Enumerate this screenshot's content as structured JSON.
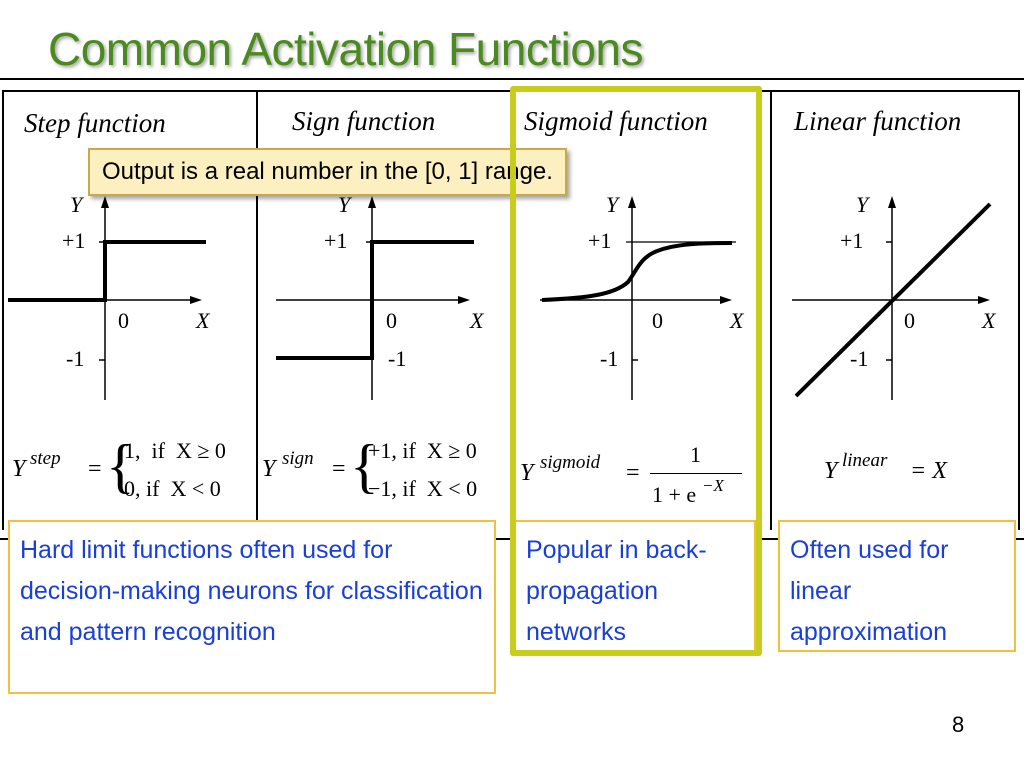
{
  "slide": {
    "title": "Common Activation Functions",
    "page_number": "8"
  },
  "callout": {
    "text": "Output is a real number in the [0, 1] range."
  },
  "axis_labels": {
    "y": "Y",
    "x": "X",
    "zero": "0",
    "plus_one": "+1",
    "minus_one": "-1"
  },
  "panels": [
    {
      "heading": "Step function",
      "formula": {
        "lhs": "Y",
        "sup": "step",
        "eq": "=",
        "case1": "1,  if  X ≥ 0",
        "case2": "0, if  X < 0"
      }
    },
    {
      "heading": "Sign function",
      "formula": {
        "lhs": "Y",
        "sup": "sign",
        "eq": "=",
        "case1": "+1, if  X ≥ 0",
        "case2": "−1, if  X < 0"
      }
    },
    {
      "heading": "Sigmoid function",
      "formula": {
        "lhs": "Y",
        "sup": "sigmoid",
        "eq": "=",
        "numerator": "1",
        "denominator": "1 + e",
        "den_sup": "−X"
      }
    },
    {
      "heading": "Linear function",
      "formula": {
        "lhs": "Y",
        "sup": "linear",
        "rhs": "= X"
      }
    }
  ],
  "notes": [
    {
      "text": "Hard limit functions often used for decision-making neurons for classification and pattern recognition"
    },
    {
      "text": "Popular in back-propagation networks"
    },
    {
      "text": "Often used for linear approximation"
    }
  ],
  "colors": {
    "title": "#4a8a1f",
    "note_text": "#1a3fd6",
    "note_border": "#f0c040",
    "callout_bg": "#fcefc0",
    "highlight_border": "#c8cc1c"
  }
}
